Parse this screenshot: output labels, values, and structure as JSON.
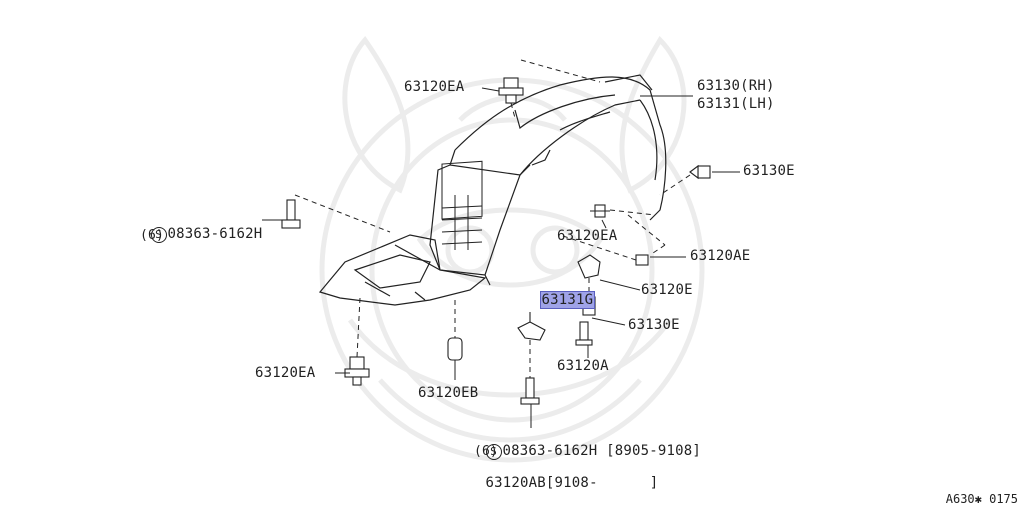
{
  "labels": {
    "top_clip": "63120EA",
    "protector_rh": "63130(RH)",
    "protector_lh": "63131(LH)",
    "clip_right_e": "63130E",
    "bolt_left_part": "08363-6162H",
    "bolt_left_qty": "(6)",
    "clip_mid_ea": "63120EA",
    "screw_ae": "63120AE",
    "highlighted_part": "63131G",
    "clip_e": "63120E",
    "nut_e": "63130E",
    "clip_bottom_ea": "63120EA",
    "clip_eb": "63120EB",
    "screw_a": "63120A",
    "bolt_bottom_part": "08363-6162H",
    "bolt_bottom_range": "[8905-9108]",
    "bolt_bottom_qty": "(6)",
    "screw_ab": "63120AB",
    "screw_ab_range": "[9108-",
    "screw_ab_range_end": "]",
    "s_mark": "S",
    "diagram_ref": "A630✱ 0175"
  },
  "colors": {
    "line": "#222222",
    "highlight_fill": "#9fa3e8",
    "watermark": "#ececec"
  }
}
